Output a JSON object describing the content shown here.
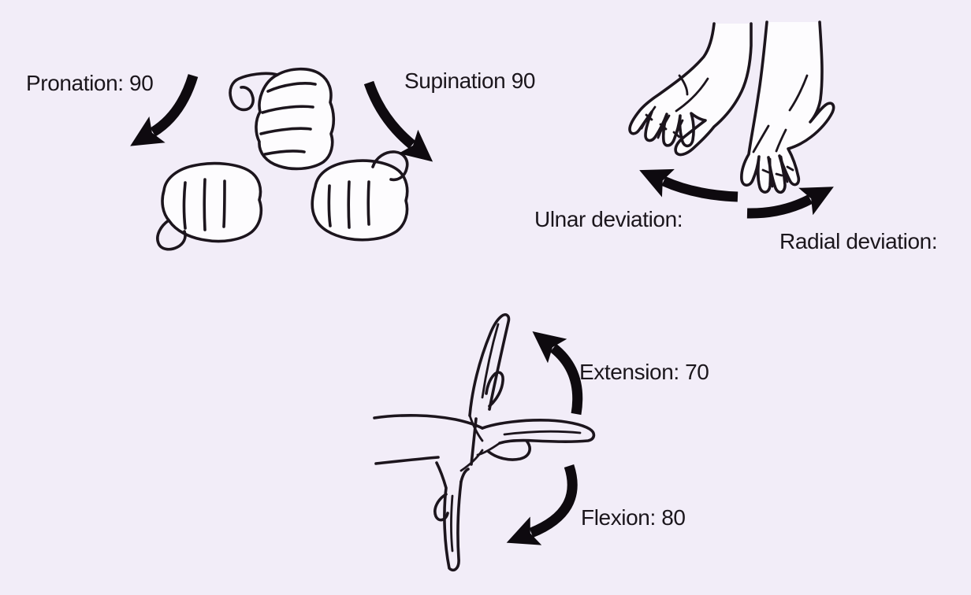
{
  "canvas": {
    "background": "#f2edf8",
    "ink_color": "#1c151d",
    "arrow_color": "#0e0a0f",
    "text_color": "#1b161c"
  },
  "sections": [
    {
      "id": "forearm-rotation",
      "labels": [
        {
          "id": "pronation",
          "text": "Pronation: 90"
        },
        {
          "id": "supination",
          "text": "Supination 90"
        }
      ]
    },
    {
      "id": "wrist-deviation",
      "labels": [
        {
          "id": "ulnar",
          "text": "Ulnar deviation:"
        },
        {
          "id": "radial",
          "text": "Radial deviation:"
        }
      ]
    },
    {
      "id": "wrist-flexion-extension",
      "labels": [
        {
          "id": "extension",
          "text": "Extension: 70"
        },
        {
          "id": "flexion",
          "text": "Flexion: 80"
        }
      ]
    }
  ],
  "measurements": [
    {
      "motion": "Pronation",
      "degrees": "90"
    },
    {
      "motion": "Supination",
      "degrees": "90"
    },
    {
      "motion": "Ulnar deviation",
      "degrees": ""
    },
    {
      "motion": "Radial deviation",
      "degrees": ""
    },
    {
      "motion": "Extension",
      "degrees": "70"
    },
    {
      "motion": "Flexion",
      "degrees": "80"
    }
  ],
  "icons": {
    "pronation_arrow": "curved-arrow-down-left",
    "supination_arrow": "curved-arrow-down-right",
    "ulnar_arrow": "curved-arrow-up-left",
    "radial_arrow": "curved-arrow-up-right",
    "extension_arrow": "curved-arrow-up",
    "flexion_arrow": "curved-arrow-down",
    "fists_sketch": "three-fists-forearm-rotation",
    "hanging_hands_sketch": "two-palms-hanging-deviation",
    "flexion_extension_sketch": "forearm-with-hand-up-neutral-down"
  }
}
